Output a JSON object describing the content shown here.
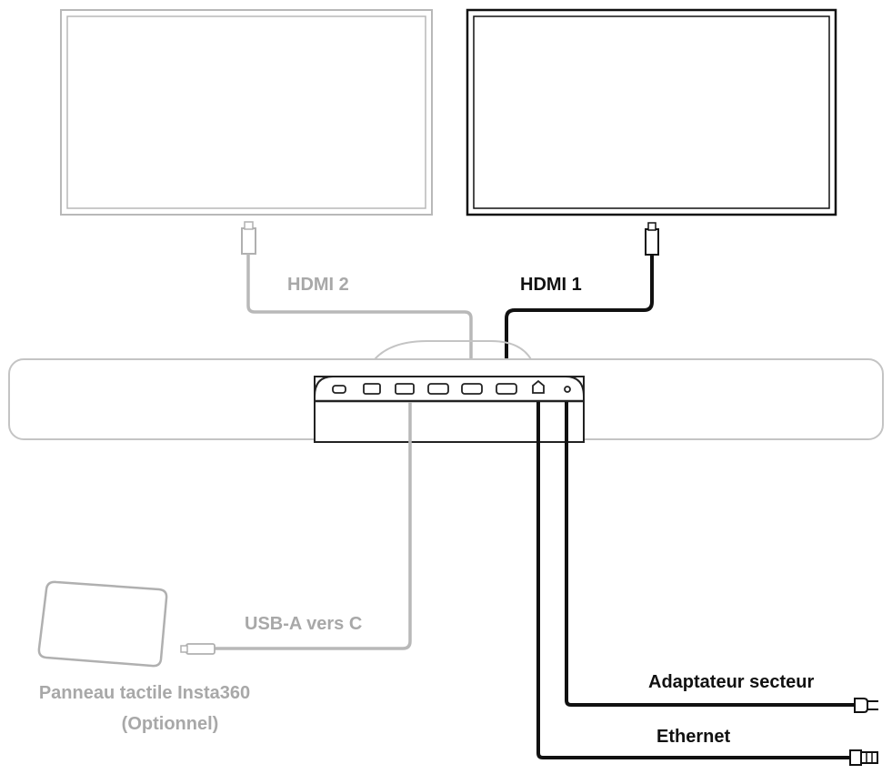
{
  "labels": {
    "hdmi2": "HDMI 2",
    "hdmi1": "HDMI 1",
    "usb": "USB-A vers C",
    "touch_panel_line1": "Panneau tactile Insta360",
    "touch_panel_line2": "(Optionnel)",
    "power": "Adaptateur secteur",
    "ethernet": "Ethernet"
  },
  "colors": {
    "dark": "#111111",
    "gray": "#b3b3b3",
    "label_gray": "#a8a8a8"
  }
}
